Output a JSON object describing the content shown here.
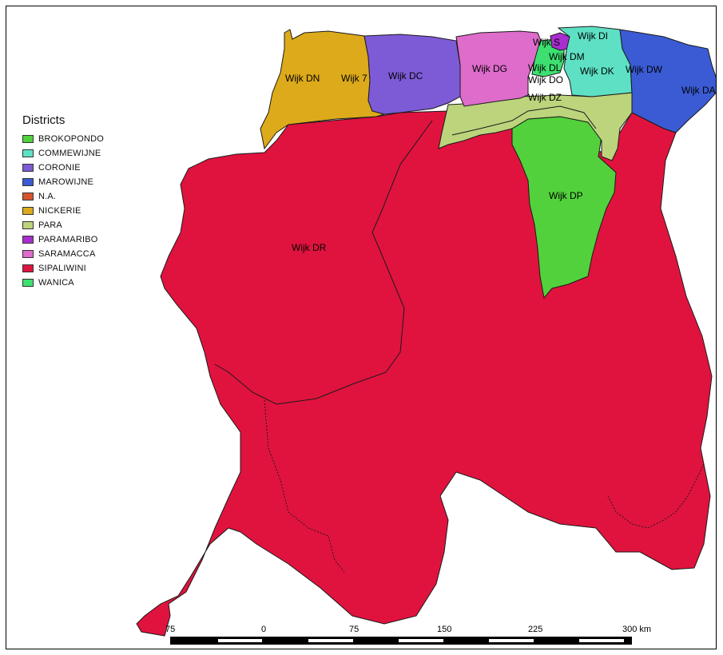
{
  "legend": {
    "title": "Districts",
    "items": [
      {
        "label": "BROKOPONDO",
        "color": "#52d13c"
      },
      {
        "label": "COMMEWIJNE",
        "color": "#5ee0c4"
      },
      {
        "label": "CORONIE",
        "color": "#7d5bd6"
      },
      {
        "label": "MAROWIJNE",
        "color": "#3a5bd4"
      },
      {
        "label": "N.A.",
        "color": "#d8552c"
      },
      {
        "label": "NICKERIE",
        "color": "#dcaa1a"
      },
      {
        "label": "PARA",
        "color": "#bcd47c"
      },
      {
        "label": "PARAMARIBO",
        "color": "#a82ed0"
      },
      {
        "label": "SARAMACCA",
        "color": "#de6ccb"
      },
      {
        "label": "SIPALIWINI",
        "color": "#e0133e"
      },
      {
        "label": "WANICA",
        "color": "#3de070"
      }
    ]
  },
  "region_labels": {
    "dn": "Wijk DN",
    "w7": "Wijk 7",
    "dc": "Wijk DC",
    "dg": "Wijk DG",
    "ws": "Wijk S",
    "di": "Wijk DI",
    "dm": "Wijk DM",
    "dl": "Wijk DL",
    "dk": "Wijk DK",
    "dw": "Wijk DW",
    "da": "Wijk DA",
    "do": "Wijk DO",
    "dz": "Wijk DZ",
    "dp": "Wijk DP",
    "dr": "Wijk DR"
  },
  "scale_bar": {
    "ticks": [
      "75",
      "0",
      "75",
      "150",
      "225",
      "300 km"
    ]
  }
}
